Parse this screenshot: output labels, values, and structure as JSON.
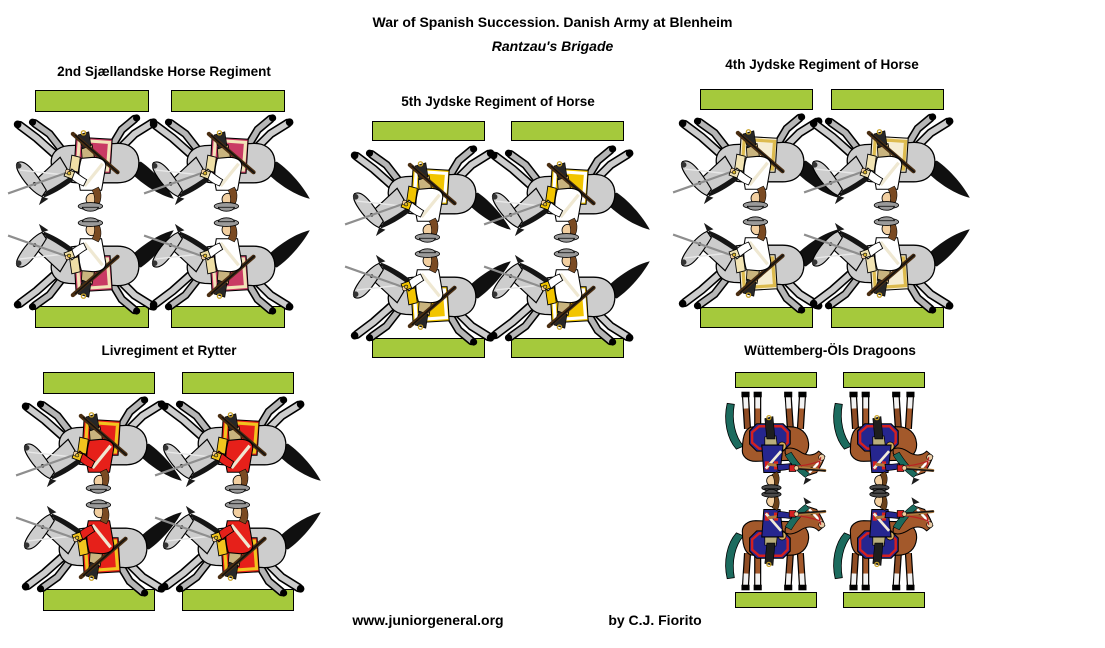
{
  "header": {
    "title": "War of Spanish Succession. Danish Army at Blenheim",
    "subtitle": "Rantzau's Brigade"
  },
  "footer": {
    "site": "www.juniorgeneral.org",
    "credit": "by C.J. Fiorito"
  },
  "base_color": "#A5C93C",
  "figures_per_stand": 2,
  "stands_per_regiment": 2,
  "regiments": [
    {
      "title": "2nd Sjællandske Horse Regiment",
      "figure": "galloping-cavalry",
      "colors": {
        "coat": "#FFFFFF",
        "cuff": "#EFDFA6",
        "saddle": "#C93A64",
        "saddleBorder": "#F2E3B8"
      }
    },
    {
      "title": "Livregiment et Rytter",
      "figure": "galloping-cavalry",
      "colors": {
        "coat": "#E6201A",
        "cuff": "#F2C41E",
        "saddle": "#E6201A",
        "saddleBorder": "#F2C41E"
      }
    },
    {
      "title": "5th Jydske Regiment of Horse",
      "figure": "galloping-cavalry",
      "colors": {
        "coat": "#FFFFFF",
        "cuff": "#F2C500",
        "saddle": "#F2C500",
        "saddleBorder": "#FFFFFF"
      }
    },
    {
      "title": "4th Jydske Regiment of Horse",
      "figure": "galloping-cavalry",
      "colors": {
        "coat": "#FFFFFF",
        "cuff": "#F2E4B4",
        "saddle": "#F6EDD2",
        "saddleBorder": "#DDBB4E"
      }
    },
    {
      "title": "Wüttemberg-Öls Dragoons",
      "figure": "standing-dragoon",
      "colors": {
        "coat": "#26268F",
        "cuff": "#D42020",
        "saddle": "#26268F",
        "saddleBorder": "#D42020"
      }
    }
  ],
  "horse_colors": {
    "cavalry_horse": "#CDCDCD",
    "dragoon_horse": "#A3592B",
    "dragoon_mane_tail": "#1C6B5E"
  }
}
